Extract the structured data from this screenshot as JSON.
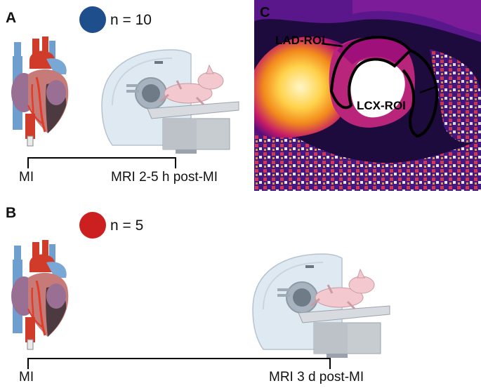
{
  "panel_a": {
    "label": "A",
    "n_text": "n = 10",
    "dot_color": "#1f4e8c",
    "timeline": {
      "start": "MI",
      "end": "MRI 2-5 h post-MI"
    }
  },
  "panel_b": {
    "label": "B",
    "n_text": "n = 5",
    "dot_color": "#cc1f1f",
    "timeline": {
      "start": "MI",
      "end": "MRI 3 d post-MI"
    }
  },
  "panel_c": {
    "label": "C",
    "roi_labels": {
      "lad": "LAD-ROI",
      "lcx": "LCX-ROI"
    }
  }
}
